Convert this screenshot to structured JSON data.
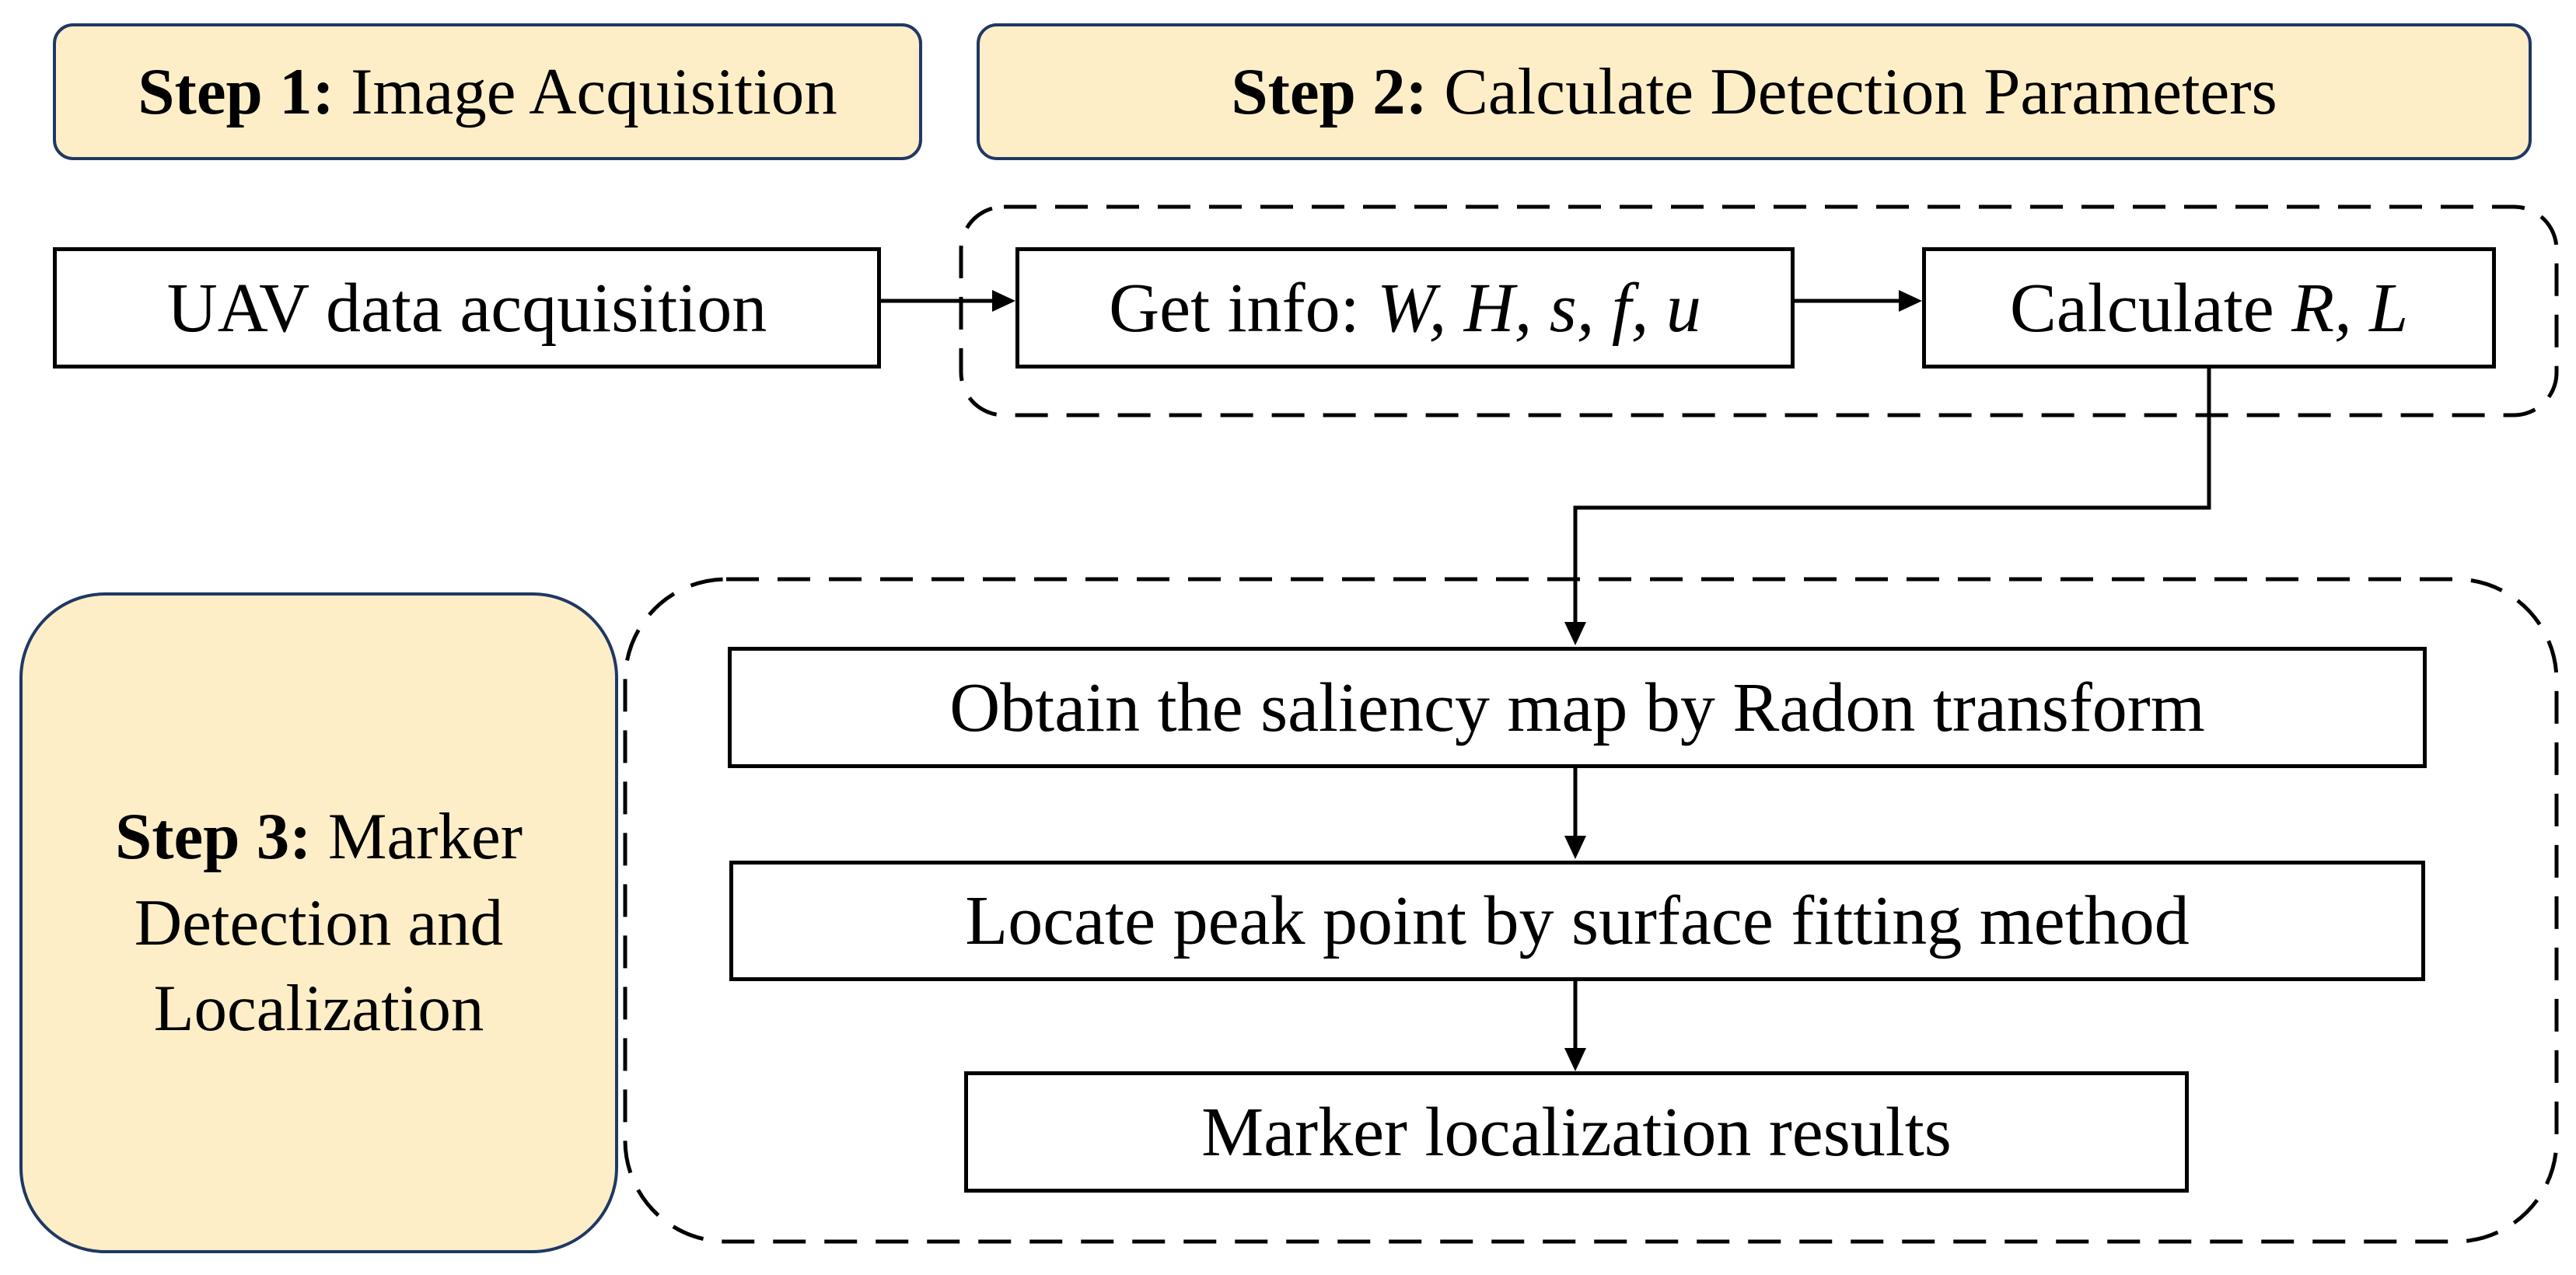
{
  "steps": {
    "step1": {
      "bold": "Step 1:",
      "text": "Image Acquisition"
    },
    "step2": {
      "bold": "Step 2:",
      "text": "Calculate Detection Parameters"
    },
    "step3": {
      "bold": "Step 3:",
      "line1": "Marker",
      "line2": "Detection and",
      "line3": "Localization"
    }
  },
  "nodes": {
    "uav": "UAV data acquisition",
    "get_info_prefix": "Get info: ",
    "get_info_vars": "W, H, s, f, u",
    "calculate_prefix": "Calculate ",
    "calculate_vars": "R, L",
    "saliency": "Obtain the saliency map by Radon transform",
    "peak": "Locate peak point by surface fitting method",
    "results": "Marker localization results"
  },
  "colors": {
    "step_fill": "#fdeec8",
    "step_border": "#1f3864",
    "line": "#000000"
  }
}
